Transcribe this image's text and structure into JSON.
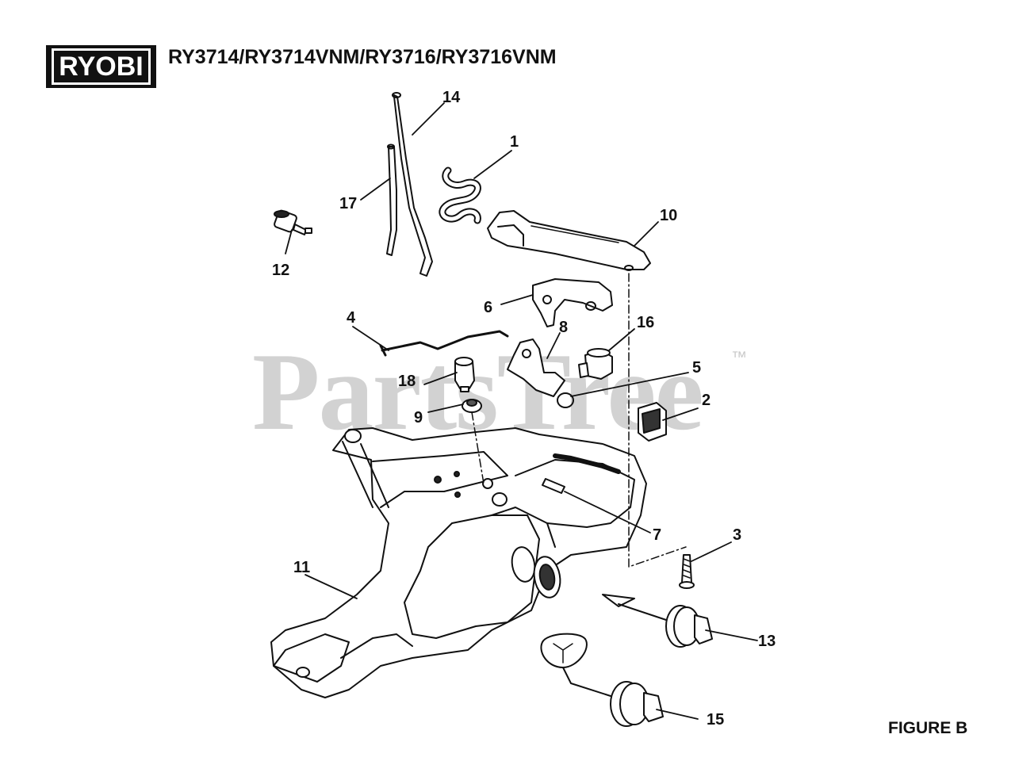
{
  "header": {
    "brand": "RYOBI",
    "models": "RY3714/RY3714VNM/RY3716/RY3716VNM"
  },
  "figure": {
    "label": "FIGURE B"
  },
  "watermark": {
    "text": "PartsTree",
    "tm": "™"
  },
  "callouts": {
    "p1": "1",
    "p2": "2",
    "p3": "3",
    "p4": "4",
    "p5": "5",
    "p6": "6",
    "p7": "7",
    "p8": "8",
    "p9": "9",
    "p10": "10",
    "p11": "11",
    "p12": "12",
    "p13": "13",
    "p14": "14",
    "p15": "15",
    "p16": "16",
    "p17": "17",
    "p18": "18"
  },
  "colors": {
    "ink": "#111111",
    "watermark": "#d2d2d2",
    "background": "#ffffff"
  }
}
